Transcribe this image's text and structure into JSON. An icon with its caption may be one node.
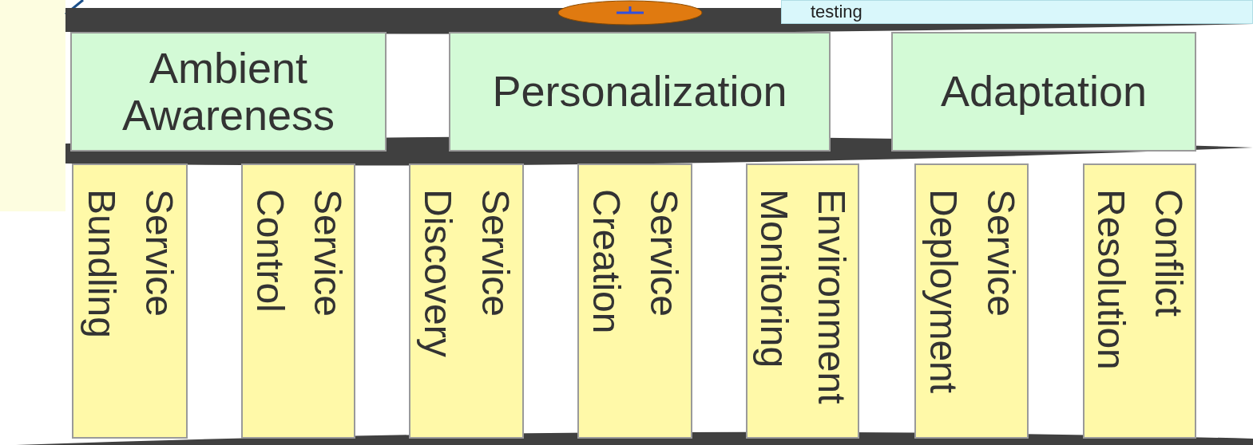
{
  "diagram": {
    "nodes": [
      {
        "text": [
          "testing"
        ]
      },
      {
        "text": [
          "Ambient Awareness"
        ]
      },
      {
        "text": [
          "Personalization"
        ]
      },
      {
        "text": [
          "Adaptation"
        ]
      },
      {
        "text": [
          "Service Bundling"
        ]
      },
      {
        "text": [
          "Service Control"
        ]
      },
      {
        "text": [
          "Service Discovery"
        ]
      },
      {
        "text": [
          "Service Creation"
        ]
      },
      {
        "text": [
          "Environment Monitoring"
        ]
      },
      {
        "text": [
          "Service Deployment"
        ]
      },
      {
        "text": [
          "Conflict Resolution"
        ]
      }
    ]
  }
}
